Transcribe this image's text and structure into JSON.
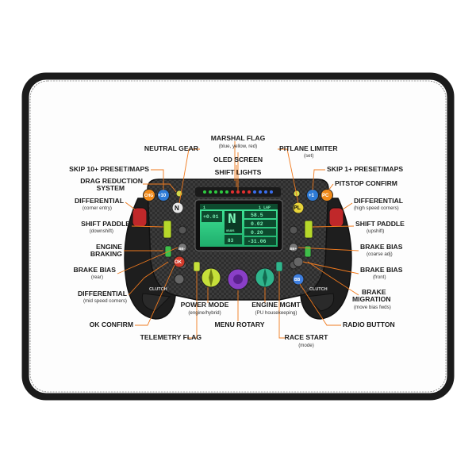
{
  "diagram": {
    "labels_left": {
      "neutral_gear": "NEUTRAL GEAR",
      "skip10": "SKIP 10+ PRESET/MAPS",
      "drs_line1": "DRAG REDUCTION",
      "drs_line2": "SYSTEM",
      "differential_corner": "DIFFERENTIAL",
      "differential_corner_sub": "(corner entry)",
      "shift_down": "SHIFT PADDLE",
      "shift_down_sub": "(downshift)",
      "engine_braking_line1": "ENGINE",
      "engine_braking_line2": "BRAKING",
      "brake_bias_rear": "BRAKE BIAS",
      "brake_bias_rear_sub": "(rear)",
      "differential_mid": "DIFFERENTIAL",
      "differential_mid_sub": "(mid speed corners)",
      "ok_confirm": "OK CONFIRM"
    },
    "labels_right": {
      "pitlane_limiter": "PITLANE LIMITER",
      "pitlane_limiter_sub": "(set)",
      "skip1": "SKIP 1+ PRESET/MAPS",
      "pitstop_confirm": "PITSTOP CONFIRM",
      "differential_high": "DIFFERENTIAL",
      "differential_high_sub": "(high speed corners)",
      "shift_up": "SHIFT PADDLE",
      "shift_up_sub": "(upshift)",
      "brake_bias_coarse": "BRAKE BIAS",
      "brake_bias_coarse_sub": "(coarse adj)",
      "brake_bias_front": "BRAKE BIAS",
      "brake_bias_front_sub": "(front)",
      "brake_migration_line1": "BRAKE",
      "brake_migration_line2": "MIGRATION",
      "brake_migration_sub": "(move bias fwds)",
      "radio_button": "RADIO BUTTON"
    },
    "labels_top": {
      "marshal_flag": "MARSHAL FLAG",
      "marshal_flag_sub": "(blue, yellow, red)",
      "oled_screen": "OLED SCREEN",
      "shift_lights": "SHIFT LIGHTS"
    },
    "labels_bottom": {
      "power_mode": "POWER MODE",
      "power_mode_sub": "(engine/hybrid)",
      "engine_mgmt": "ENGINE MGMT",
      "engine_mgmt_sub": "(PU housekeeping)",
      "menu_rotary": "MENU ROTARY",
      "telemetry_flag": "TELEMETRY FLAG",
      "race_start": "RACE START",
      "race_start_sub": "(mode)"
    },
    "wheel": {
      "clutch_left": "CLUTCH",
      "clutch_right": "CLUTCH",
      "btn_n": "N",
      "btn_pl": "PL",
      "btn_ok": "OK",
      "btn_pc": "PC",
      "btn_chg": "CHG",
      "btn_plus10": "+10",
      "btn_plus1": "+1",
      "btn_bb_minus": "BB-",
      "btn_bb_plus": "BB+",
      "btn_bb": "BB",
      "screen": {
        "lap_num": "1",
        "lap_label": "1 LAP",
        "delta": "+0.01",
        "gear": "N",
        "gear_sub": "GEARS",
        "speed": "83",
        "row1": "58.5",
        "row2": "0.02",
        "row3": "0.20",
        "row4": "-31.06"
      }
    },
    "colors": {
      "leader": "#f07a1e",
      "mat_border": "#1b1b1b",
      "screen_bg": "#2bd88a",
      "knob_yellow": "#c6e03a",
      "knob_purple": "#8a3fc7",
      "knob_teal": "#2fb58c"
    }
  }
}
